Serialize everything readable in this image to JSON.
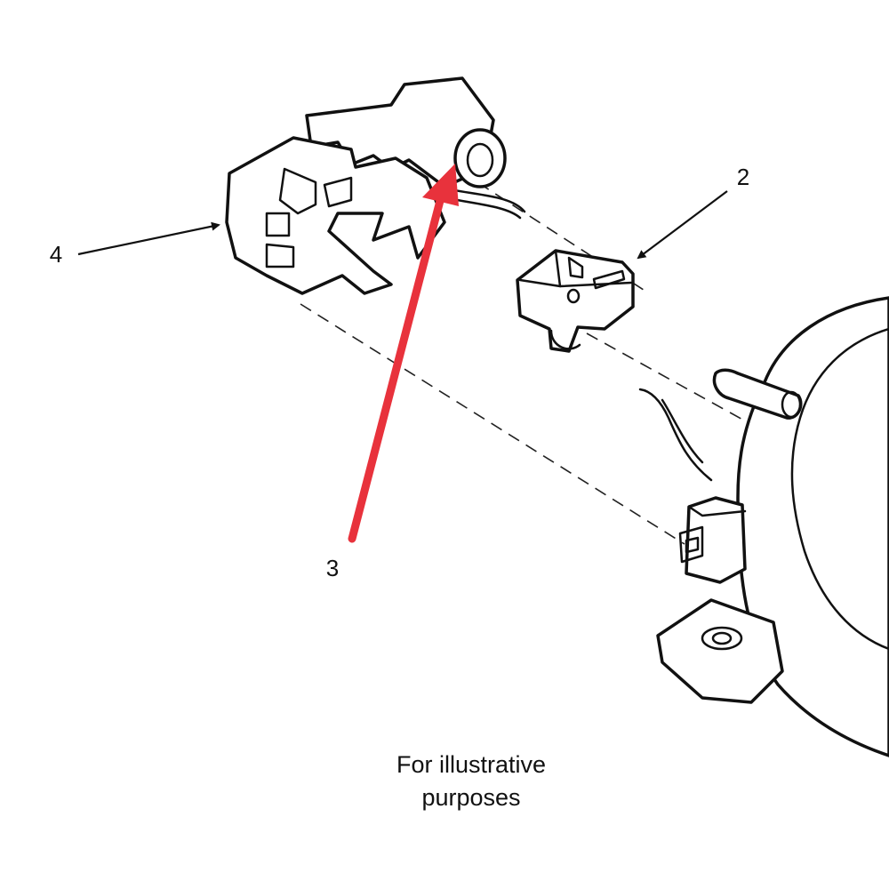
{
  "callouts": {
    "c2": "2",
    "c3": "3",
    "c4": "4"
  },
  "caption": {
    "line1": "For illustrative",
    "line2": "purposes"
  },
  "colors": {
    "highlight_arrow": "#e8323c",
    "line_art": "#111111",
    "background": "#ffffff"
  }
}
